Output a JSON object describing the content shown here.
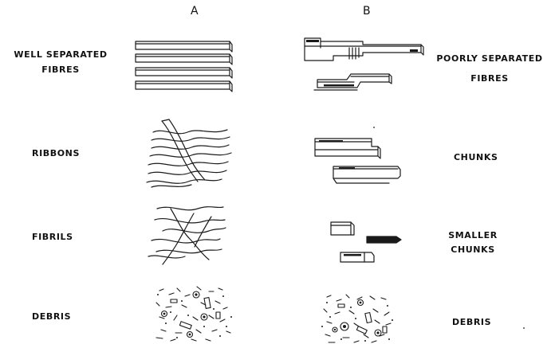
{
  "columns": {
    "a": "A",
    "b": "B"
  },
  "left_labels": {
    "row1_line1": "WELL SEPARATED",
    "row1_line2": "FIBRES",
    "row2": "RIBBONS",
    "row3": "FIBRILS",
    "row4": "DEBRIS"
  },
  "right_labels": {
    "row1_line1": "POORLY SEPARATED",
    "row1_line2": "FIBRES",
    "row2": "CHUNKS",
    "row3_line1": "SMALLER",
    "row3_line2": "CHUNKS",
    "row4": "DEBRIS"
  }
}
